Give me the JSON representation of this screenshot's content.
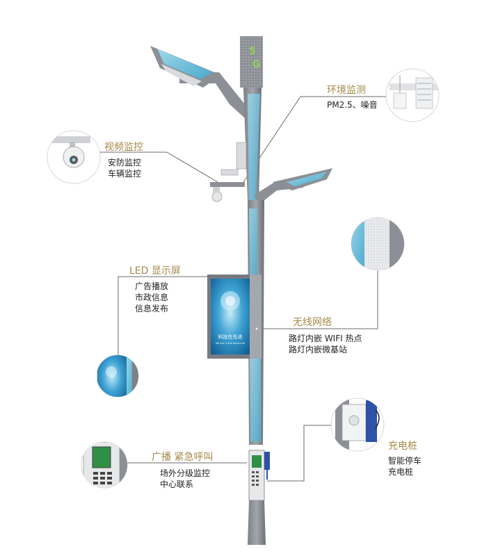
{
  "pole": {
    "badge_5g": [
      "5",
      "G"
    ],
    "screen_caption": "科技在先进",
    "screen_subcaption": "We live in the advanced"
  },
  "callouts": {
    "environment": {
      "title": "环境监测",
      "lines": [
        "PM2.5、噪音"
      ]
    },
    "video": {
      "title": "视频监控",
      "lines": [
        "安防监控",
        "车辆监控"
      ]
    },
    "led": {
      "title": "LED 显示屏",
      "lines": [
        "广告播放",
        "市政信息",
        "信息发布"
      ]
    },
    "wireless": {
      "title": "无线网络",
      "lines": [
        "路灯内嵌 WIFI 热点",
        "路灯内嵌微基站"
      ]
    },
    "charging": {
      "title": "充电桩",
      "lines": [
        "智能停车",
        "充电桩"
      ]
    },
    "broadcast": {
      "title": "广播 紧急呼叫",
      "lines": [
        "场外分级监控",
        "中心联系"
      ]
    }
  },
  "colors": {
    "pole": "#8c8f95",
    "pole_dark": "#6d7077",
    "panel_blue": "#5fb8d6",
    "screen_blue": "#1b7fb8",
    "title_gold": "#a58a4a",
    "leader": "#6a6a6a"
  },
  "icons": [
    "5g-antenna-icon",
    "camera-icon",
    "env-sensor-icon",
    "wifi-panel-icon",
    "charging-station-icon",
    "emergency-phone-icon"
  ]
}
